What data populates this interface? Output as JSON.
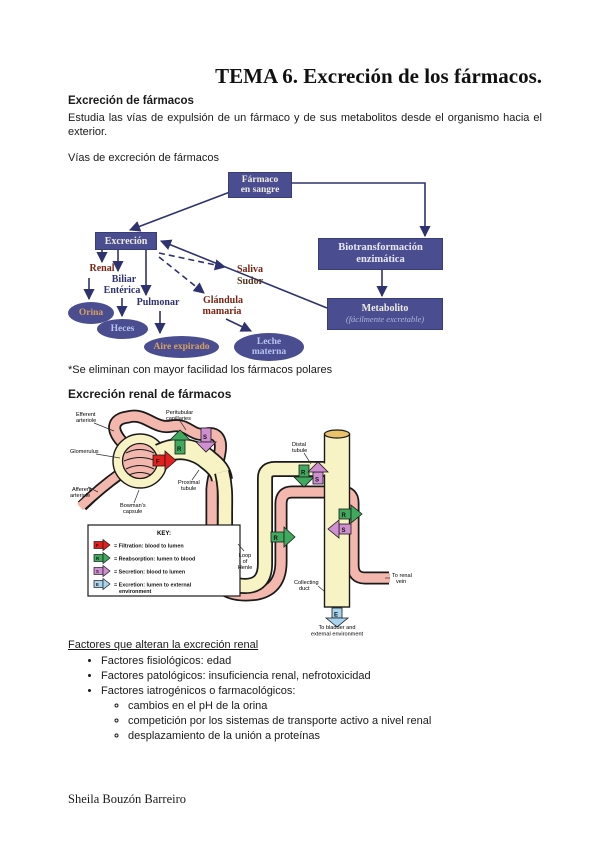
{
  "page": {
    "title": "TEMA 6. Excreción de los fármacos.",
    "footer": "Sheila Bouzón Barreiro"
  },
  "intro": {
    "heading": "Excreción de fármacos",
    "body": "Estudia las vías de expulsión de un fármaco y de sus metabolitos desde el organismo hacia el exterior.",
    "vias": "Vías de excreción de fármacos",
    "note": "*Se eliminan con mayor facilidad los fármacos polares"
  },
  "flowchart": {
    "boxes": {
      "farmaco_line1": "Fármaco",
      "farmaco_line2": "en sangre",
      "excrecion": "Excreción",
      "biotrans_line1": "Biotransformación",
      "biotrans_line2": "enzimática",
      "metabolito_line1": "Metabolito",
      "metabolito_line2": "(fácilmente excretable)"
    },
    "branches": {
      "renal": "Renal",
      "biliar": "Biliar",
      "enterica": "Entérica",
      "saliva": "Saliva",
      "sudor": "Sudor",
      "pulmonar": "Pulmonar",
      "glandula": "Glándula",
      "mamaria": "mamaria"
    },
    "ellipses": {
      "orina": "Orina",
      "heces": "Heces",
      "aire": "Aire expirado",
      "leche_line1": "Leche",
      "leche_line2": "materna"
    },
    "colors": {
      "box_fill": "#4a4e91",
      "arrow": "#2e3270",
      "label_maroon": "#7b2413",
      "label_navy": "#2e3270",
      "ellipse_text_tan": "#d8a05c",
      "ellipse_text_lavender": "#b9c4ef"
    }
  },
  "renal_section": {
    "heading": "Excreción renal de fármacos"
  },
  "nephron": {
    "labels": {
      "efferent1": "Efferent",
      "efferent2": "arteriole",
      "peritubular1": "Peritubular",
      "peritubular2": "capillaries",
      "glomerulus": "Glomerulus",
      "afferent1": "Afferent",
      "afferent2": "arteriole",
      "bowmans1": "Bowman's",
      "bowmans2": "capsule",
      "proximal1": "Proximal",
      "proximal2": "tubule",
      "distal1": "Distal",
      "distal2": "tubule",
      "loop1": "Loop",
      "loop2": "of",
      "loop3": "Henle",
      "collecting1": "Collecting",
      "collecting2": "duct",
      "renalvein1": "To renal",
      "renalvein2": "vein",
      "bladder1": "To bladder and",
      "bladder2": "external environment"
    },
    "key": {
      "title": "KEY:",
      "filtration": "= Filtration: blood to lumen",
      "reabsorption": "= Reabsorption: lumen to blood",
      "secretion": "= Secretion: blood to lumen",
      "excretion_line1": "= Excretion: lumen to external",
      "excretion_line2": "environment"
    },
    "letters": {
      "f": "F",
      "r": "R",
      "s": "S",
      "e": "E"
    },
    "colors": {
      "vessel_pink": "#f3b7ae",
      "tubule_cream": "#f8f3c4",
      "duct_rim_tan": "#e9c26a",
      "filtration_red": "#e32020",
      "reabsorption_green": "#3faa5e",
      "secretion_orchid": "#cf8fd0",
      "excretion_blue": "#a8d4f0"
    }
  },
  "factors": {
    "heading": "Factores que alteran la excreción renal",
    "bullets": [
      "Factores fisiológicos: edad",
      "Factores patológicos: insuficiencia renal, nefrotoxicidad",
      "Factores iatrogénicos o farmacológicos:"
    ],
    "subbullets": [
      "cambios en el pH de la orina",
      "competición por los sistemas de transporte activo a nivel renal",
      "desplazamiento de la unión a proteínas"
    ]
  }
}
